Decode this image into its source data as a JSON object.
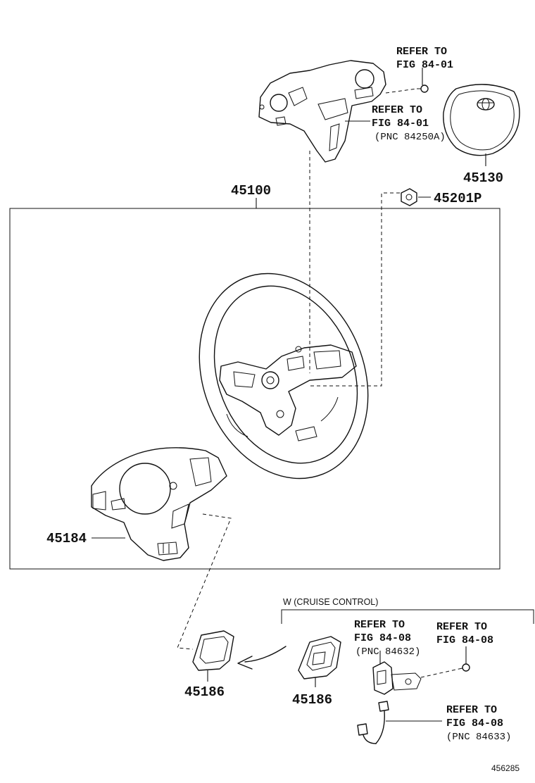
{
  "parts": {
    "p45100": "45100",
    "p45130": "45130",
    "p45201p": "45201P",
    "p45184": "45184",
    "p45186_left": "45186",
    "p45186_right": "45186"
  },
  "refs": {
    "top_bolt": {
      "line1": "REFER TO",
      "line2": "FIG 84-01"
    },
    "spoke_cover": {
      "line1": "REFER TO",
      "line2": "FIG 84-01",
      "line3": "(PNC 84250A)"
    },
    "cruise_switch": {
      "line1": "REFER TO",
      "line2": "FIG 84-08",
      "line3": "(PNC 84632)"
    },
    "cruise_bolt": {
      "line1": "REFER TO",
      "line2": "FIG 84-08"
    },
    "harness": {
      "line1": "REFER TO",
      "line2": "FIG 84-08",
      "line3": "(PNC 84633)"
    }
  },
  "notes": {
    "cruise_group": "W (CRUISE CONTROL)"
  },
  "illustration_id": "456285"
}
